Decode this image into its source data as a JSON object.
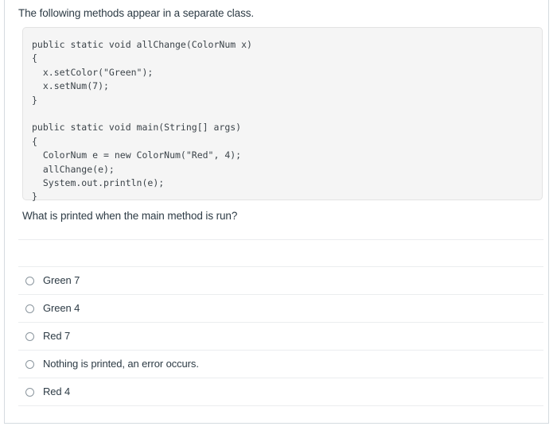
{
  "question": {
    "intro_text": "The following methods appear in a separate class.",
    "code": "public static void allChange(ColorNum x)\n{\n  x.setColor(\"Green\");\n  x.setNum(7);\n}\n\npublic static void main(String[] args)\n{\n  ColorNum e = new ColorNum(\"Red\", 4);\n  allChange(e);\n  System.out.println(e);\n}",
    "prompt_text": "What is printed when the main method is run?",
    "answers": [
      {
        "label": "Green 7",
        "selected": false
      },
      {
        "label": "Green 4",
        "selected": false
      },
      {
        "label": "Red 7",
        "selected": false
      },
      {
        "label": "Nothing is printed, an error occurs.",
        "selected": false
      },
      {
        "label": "Red 4",
        "selected": false
      }
    ]
  },
  "colors": {
    "text": "#2d3b45",
    "code_background": "#f5f5f5",
    "code_border": "#e3e3e3",
    "divider": "#ebedef",
    "container_border": "#d5dbe0",
    "radio_border": "#8b969e"
  }
}
